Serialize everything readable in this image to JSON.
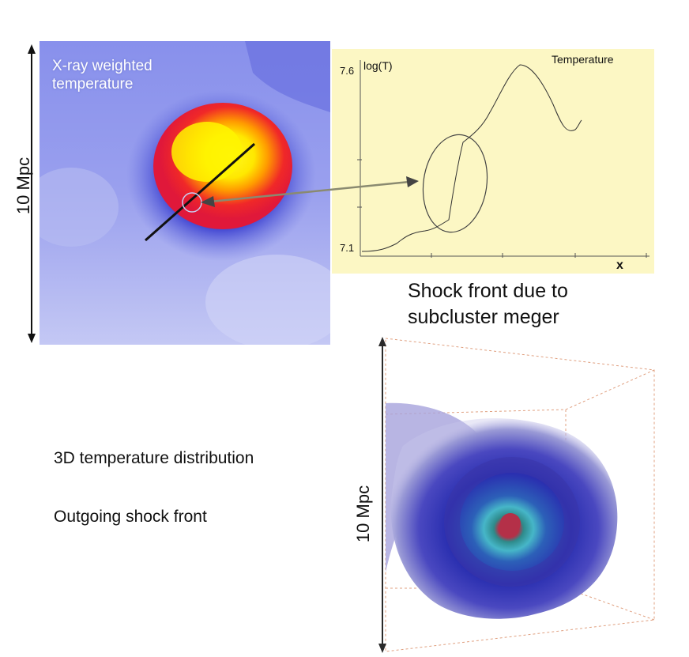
{
  "temperature_map": {
    "label": "X-ray weighted\ntemperature",
    "scale_label": "10 Mpc",
    "colors": {
      "background": "#8f97ea",
      "core": "#fff000",
      "ring_orange": "#ff8a00",
      "ring_red": "#f02828",
      "halo": "#3a3fd0"
    }
  },
  "profile_plot": {
    "ylabel": "log(T)",
    "series_label": "Temperature",
    "xlabel": "x",
    "y_ticks": [
      "7.6",
      "7.1"
    ],
    "background": "#fcf7c4"
  },
  "shock_caption": "Shock front due to\nsubcluster meger",
  "volume_render": {
    "scale_label": "10 Mpc",
    "colors": {
      "outer": "#9a9ad6",
      "shell": "#2a2fb0",
      "inner": "#46b6c8",
      "center": "#b43048"
    }
  },
  "captions": {
    "distribution": "3D temperature distribution",
    "shock": "Outgoing shock front"
  }
}
